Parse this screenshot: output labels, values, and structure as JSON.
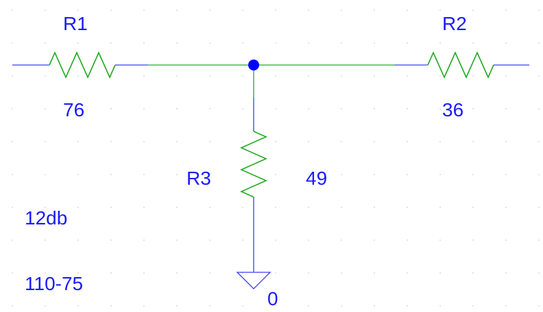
{
  "components": {
    "r1": {
      "ref": "R1",
      "value": "76"
    },
    "r2": {
      "ref": "R2",
      "value": "36"
    },
    "r3": {
      "ref": "R3",
      "value": "49"
    }
  },
  "ground": {
    "label": "0"
  },
  "notes": {
    "line1": "12db",
    "line2": "110-75"
  },
  "colors": {
    "text": "#1a1aff",
    "wire": "#3a3aff",
    "component": "#22aa22",
    "junction": "#0000ff",
    "grid_dot": "#b8b8b8"
  }
}
